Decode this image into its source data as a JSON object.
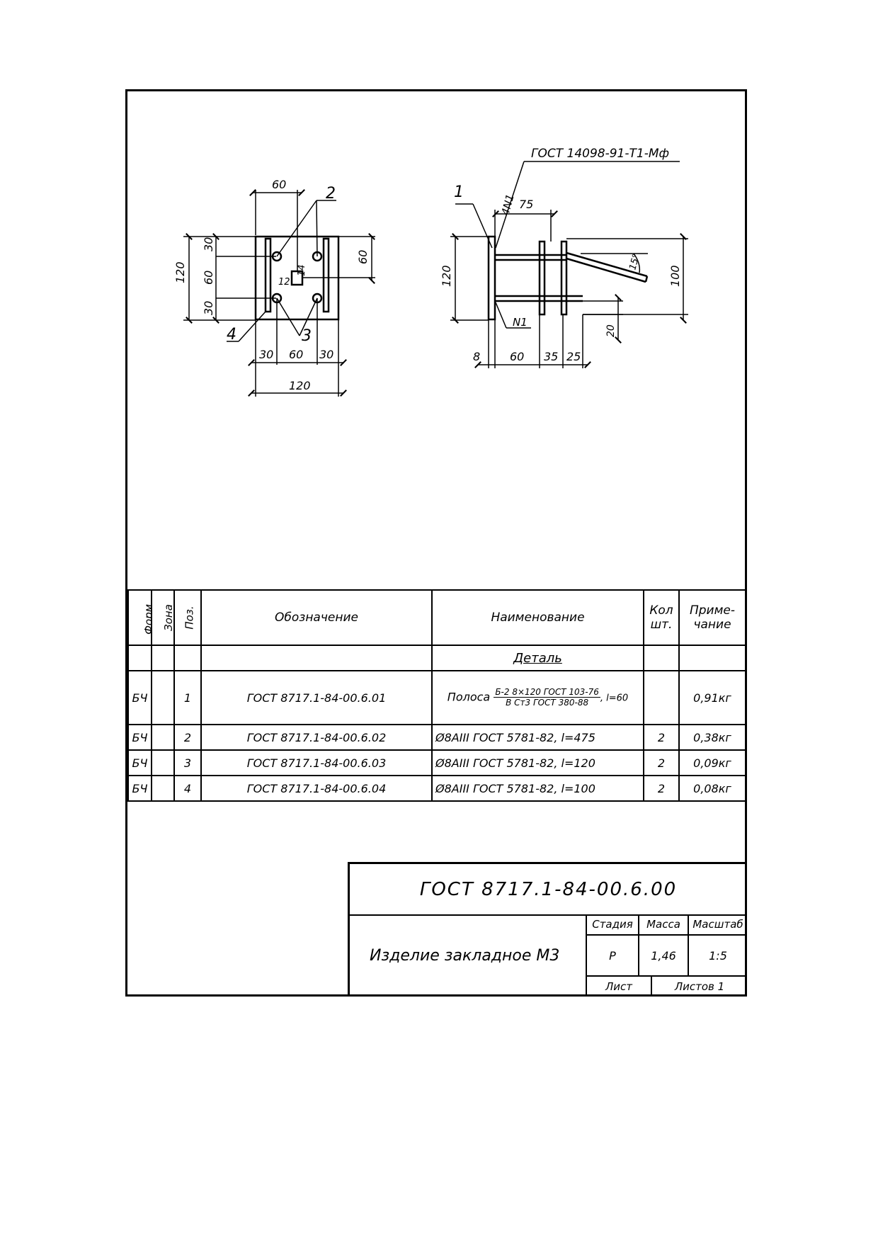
{
  "drawing": {
    "plan_view": {
      "dims": {
        "top_width": "60",
        "left_total": "120",
        "left_upper": "30",
        "left_middle": "60",
        "left_lower": "30",
        "right": "60",
        "bottom_left": "30",
        "bottom_middle": "60",
        "bottom_right": "30",
        "bottom_total": "120",
        "hole_a": "12",
        "hole_b": "14"
      },
      "callouts": {
        "bars": "2",
        "studs": "3",
        "anchor": "4"
      }
    },
    "side_view": {
      "weld_note": "ГОСТ 14098-91-Т1-Мф",
      "weld_symbol": "4N1",
      "weld_symbol_below": "N1",
      "dims": {
        "top": "75",
        "left_height": "120",
        "right_height": "100",
        "angle": "15°",
        "offset": "20",
        "plate": "8",
        "bottom_a": "60",
        "bottom_b": "35",
        "bottom_c": "25"
      },
      "callouts": {
        "plate": "1"
      }
    }
  },
  "spec_table": {
    "headers": {
      "format": "Форм.",
      "zone": "Зона",
      "pos": "Поз.",
      "designation": "Обозначение",
      "name": "Наименование",
      "qty": "Кол шт.",
      "note": "Приме-чание"
    },
    "section": "Деталь",
    "row1": {
      "format": "БЧ",
      "pos": "1",
      "designation": "ГОСТ 8717.1-84-00.6.01",
      "name_prefix": "Полоса",
      "name_num": "Б-2 8×120 ГОСТ 103-76",
      "name_den": "В Ст3   ГОСТ 380-88",
      "name_suffix": ", l=60",
      "qty": "",
      "note": "0,91кг"
    },
    "rows": [
      {
        "format": "БЧ",
        "pos": "2",
        "designation": "ГОСТ 8717.1-84-00.6.02",
        "name": "Ø8АIII ГОСТ 5781-82, l=475",
        "qty": "2",
        "note": "0,38кг"
      },
      {
        "format": "БЧ",
        "pos": "3",
        "designation": "ГОСТ 8717.1-84-00.6.03",
        "name": "Ø8АIII ГОСТ 5781-82, l=120",
        "qty": "2",
        "note": "0,09кг"
      },
      {
        "format": "БЧ",
        "pos": "4",
        "designation": "ГОСТ 8717.1-84-00.6.04",
        "name": "Ø8АIII ГОСТ 5781-82, l=100",
        "qty": "2",
        "note": "0,08кг"
      }
    ]
  },
  "title_block": {
    "code": "ГОСТ 8717.1-84-00.6.00",
    "name": "Изделие закладное М3",
    "stage_label": "Стадия",
    "mass_label": "Масса",
    "scale_label": "Масштаб",
    "stage": "Р",
    "mass": "1,46",
    "scale": "1:5",
    "sheet_label": "Лист",
    "sheets_label": "Листов 1"
  }
}
